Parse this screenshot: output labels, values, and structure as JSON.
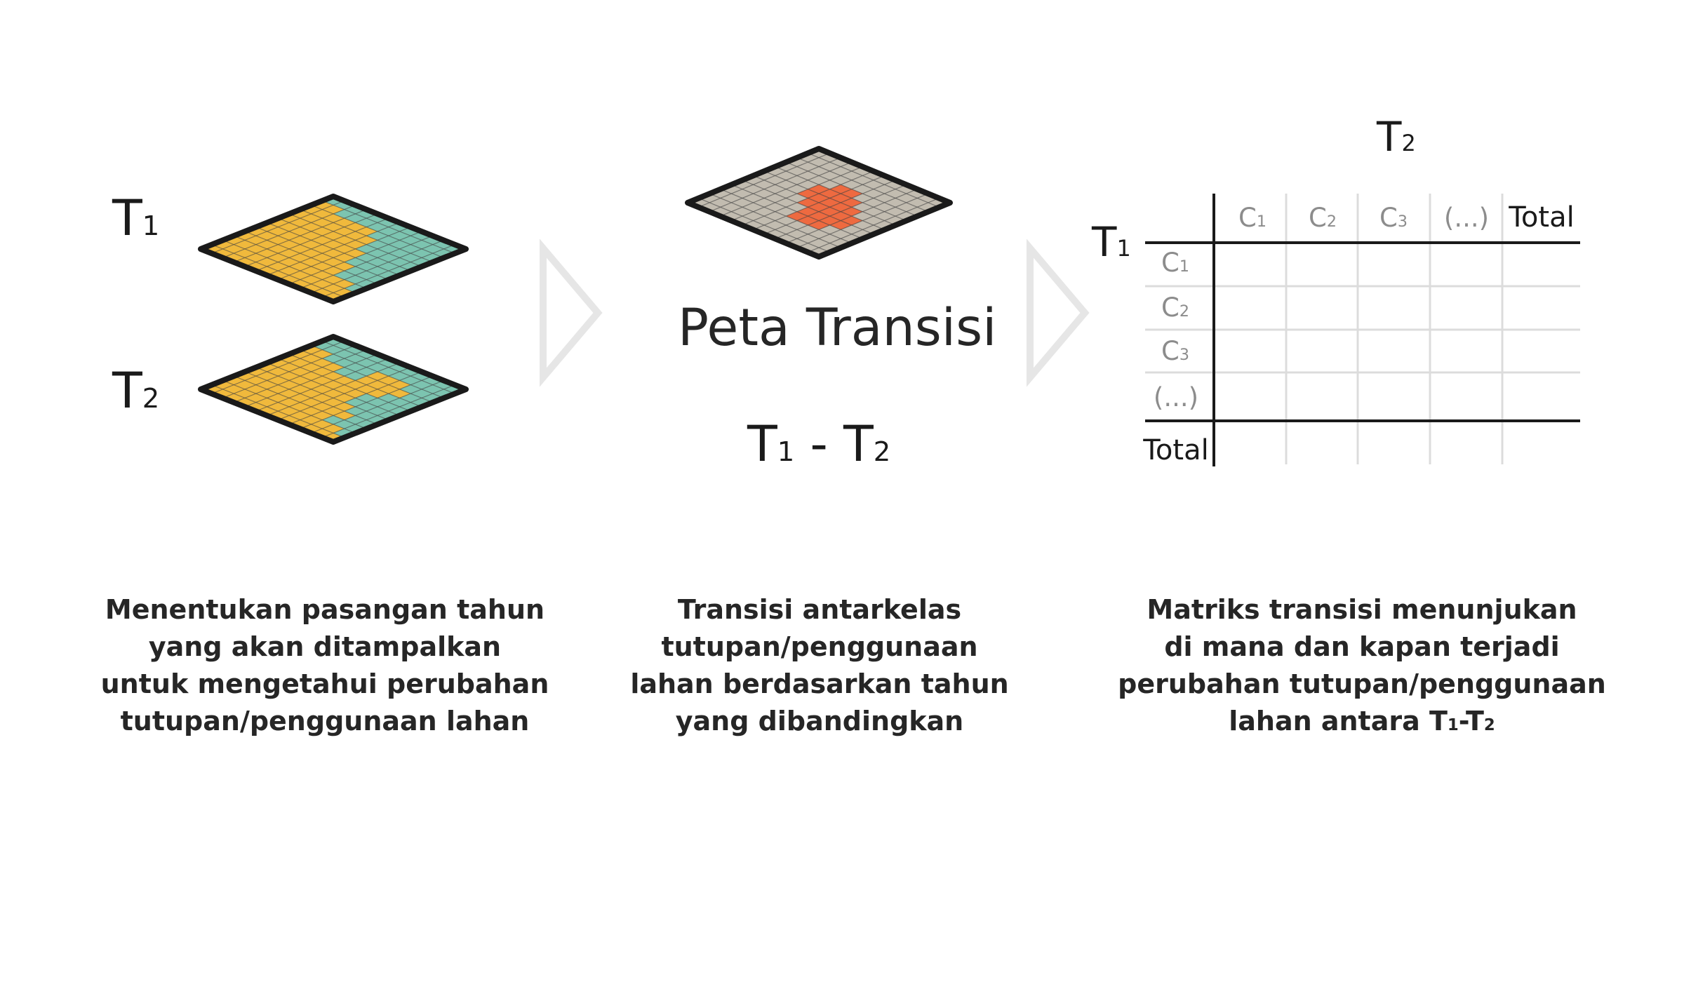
{
  "labels": {
    "t1_left": "T",
    "t1_left_sub": "1",
    "t2_left": "T",
    "t2_left_sub": "2",
    "transition_title": "Peta Transisi",
    "period_t1": "T",
    "period_t1_sub": "1",
    "period_sep": " - ",
    "period_t2": "T",
    "period_t2_sub": "2",
    "matrix_col_axis": "T",
    "matrix_col_axis_sub": "2",
    "matrix_row_axis": "T",
    "matrix_row_axis_sub": "1"
  },
  "matrix": {
    "columns": [
      {
        "main": "C",
        "sub": "1"
      },
      {
        "main": "C",
        "sub": "2"
      },
      {
        "main": "C",
        "sub": "3"
      },
      {
        "main": "(...)",
        "sub": ""
      }
    ],
    "column_total": "Total",
    "rows": [
      {
        "main": "C",
        "sub": "1"
      },
      {
        "main": "C",
        "sub": "2"
      },
      {
        "main": "C",
        "sub": "3"
      },
      {
        "main": "(...)",
        "sub": ""
      }
    ],
    "row_total": "Total"
  },
  "captions": {
    "left": [
      "Menentukan pasangan tahun",
      "yang akan ditampalkan",
      "untuk mengetahui perubahan",
      "tutupan/penggunaan lahan"
    ],
    "middle": [
      "Transisi antarkelas",
      "tutupan/penggunaan",
      "lahan berdasarkan tahun",
      "yang dibandingkan"
    ],
    "right": [
      "Matriks transisi menunjukan",
      "di mana dan kapan terjadi",
      "perubahan tutupan/penggunaan"
    ],
    "right_last_prefix": "lahan antara T",
    "right_last_sub1": "1",
    "right_last_mid": "-T",
    "right_last_sub2": "2"
  },
  "colors": {
    "teal": "#7cc4b0",
    "yellow": "#f0b93c",
    "gray": "#c2bcb0",
    "orange": "#ee6a40",
    "outline": "#1a1a1a",
    "arrow": "#e6e6e6"
  },
  "maps": {
    "map_t1_rows": [
      "TTTTTTTTTTTT",
      "YYTTTTTTTTTT",
      "YYYYYYTTTTTT",
      "YYYYYYYTTTTT",
      "YYYYYYYTTTTT",
      "YYYYYYYYTTTT",
      "YYYYYYYYTTTT",
      "YYYYYYYYYTTT",
      "YYYYYYYYYTTT",
      "YYYYYYYYYYYT",
      "YYYYYYYYYYYY",
      "YYYYYYYYYYYY"
    ],
    "map_t2_rows": [
      "TTTTTTTTTTTT",
      "TTTTTTTTTTTT",
      "YYTTTTYYYTTT",
      "YYYYTTYYYYTT",
      "YYYYYYYYYTTT",
      "YYYYYYYYTTTT",
      "YYYYYYYYTTTT",
      "YYYYYYYYYTTT",
      "YYYYYYYYYYTT",
      "YYYYYYYYYTTT",
      "YYYYYYYYYYYT",
      "YYYYYYYYYYYY"
    ],
    "map_change_rows": [
      "GGGGGGGGGGGG",
      "GGGGGGGGGGGG",
      "GGGGGGGGGGGG",
      "GGGGGOOGGGGG",
      "GGGGOOOOGGGG",
      "GGGGOOOOOGGG",
      "GGGGGOOOOOGG",
      "GGGGGGOOOOGG",
      "GGGGGGOOOGGG",
      "GGGGGGGGGGGG",
      "GGGGGGGGGGGG",
      "GGGGGGGGGGGG"
    ]
  }
}
